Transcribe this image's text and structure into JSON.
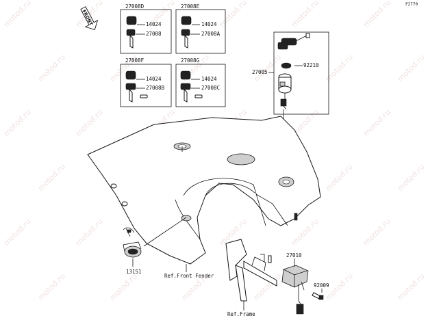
{
  "diagram": {
    "code": "F2770",
    "front_label": "FRONT",
    "watermark": "motod.ru",
    "parts": {
      "p27008D": "27008D",
      "p27008E": "27008E",
      "p27008F": "27008F",
      "p27008G": "27008G",
      "p14024_a": "14024",
      "p14024_b": "14024",
      "p14024_c": "14024",
      "p14024_d": "14024",
      "p27008": "27008",
      "p27008A": "27008A",
      "p27008B": "27008B",
      "p27008C": "27008C",
      "p27005": "27005",
      "p92210": "92210",
      "p27010": "27010",
      "p92009": "92009",
      "p13151": "13151"
    },
    "references": {
      "front_fender": "Ref.Front Fender",
      "frame": "Ref.Frame"
    }
  }
}
